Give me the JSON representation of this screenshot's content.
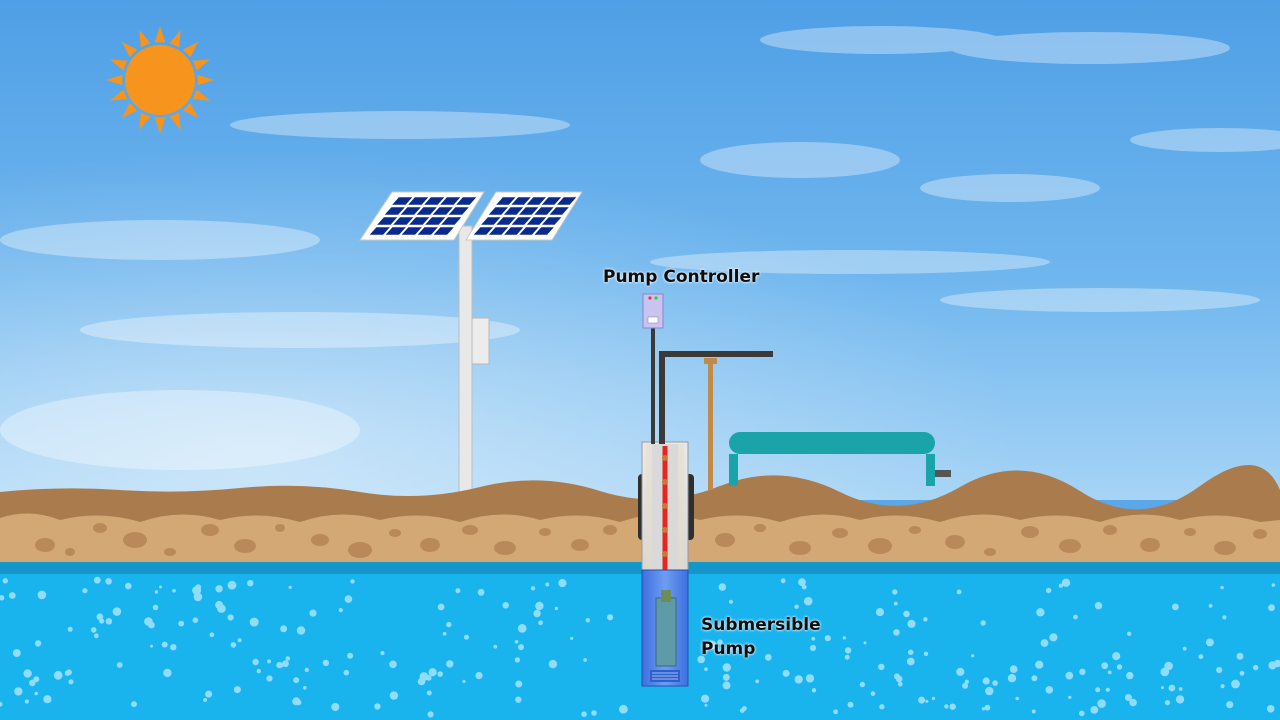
{
  "labels": {
    "pump_controller": "Pump Controller",
    "submersible_pump_line1": "Submersible",
    "submersible_pump_line2": "Pump"
  },
  "colors": {
    "sky_top": "#4f9fe6",
    "sky_bottom": "#9fd1f5",
    "sun": "#f7941d",
    "panel": "#0a2a8c",
    "soil": "#a97b4d",
    "soil_light": "#d3a874",
    "water": "#19b3ee",
    "tank": "#1aa3a8",
    "cable": "#e6261f"
  },
  "icons": [
    "sun-icon",
    "solar-panel-icon",
    "pump-controller-icon",
    "water-tank-icon",
    "submersible-pump-icon"
  ]
}
